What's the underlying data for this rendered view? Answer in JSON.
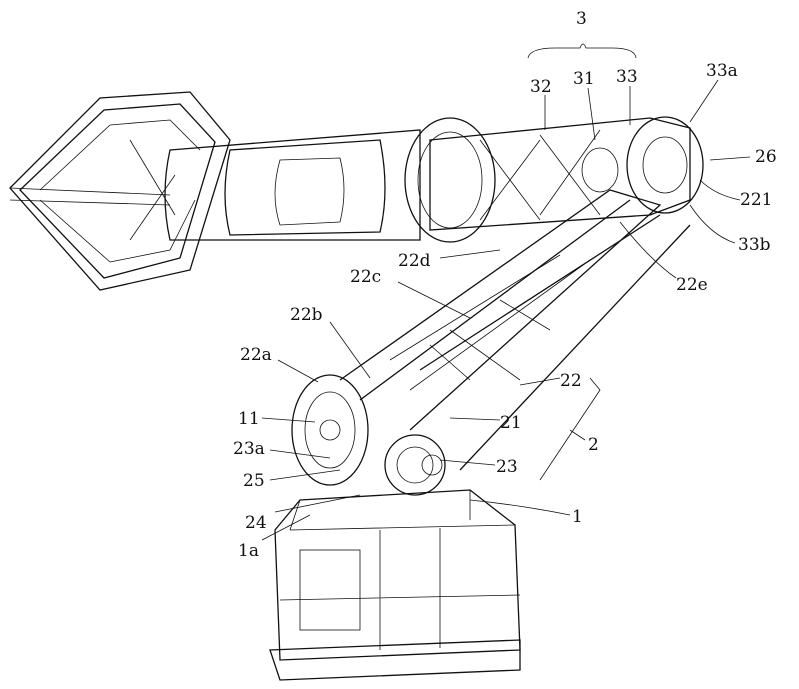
{
  "figure": {
    "labels": {
      "l3": "3",
      "l32": "32",
      "l31": "31",
      "l33": "33",
      "l33a": "33a",
      "l26": "26",
      "l221": "221",
      "l33b": "33b",
      "l22e": "22e",
      "l22d": "22d",
      "l22c": "22c",
      "l22b": "22b",
      "l22a": "22a",
      "l11": "11",
      "l23a": "23a",
      "l25": "25",
      "l24": "24",
      "l1a": "1a",
      "l1": "1",
      "l23": "23",
      "l2": "2",
      "l22": "22",
      "l21": "21"
    }
  }
}
